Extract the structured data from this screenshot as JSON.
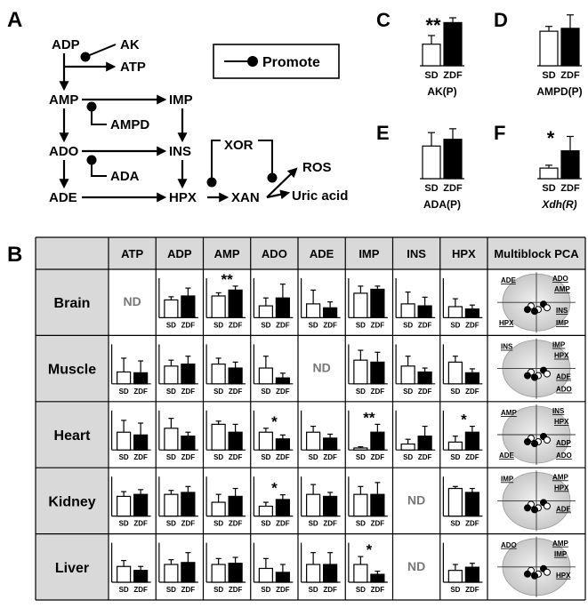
{
  "panel_labels": {
    "a": "A",
    "b": "B",
    "c": "C",
    "d": "D",
    "e": "E",
    "f": "F"
  },
  "pathway": {
    "nodes": {
      "adp": "ADP",
      "atp": "ATP",
      "amp": "AMP",
      "imp": "IMP",
      "ado": "ADO",
      "ins": "INS",
      "ade": "ADE",
      "hpx": "HPX",
      "xan": "XAN",
      "ros": "ROS",
      "uric": "Uric acid"
    },
    "enzymes": {
      "ak": "AK",
      "ampd": "AMPD",
      "ada": "ADA",
      "xor": "XOR"
    },
    "legend_label": "Promote"
  },
  "group_labels": {
    "control": "SD",
    "disease": "ZDF"
  },
  "bar_colors": {
    "control": "#ffffff",
    "disease": "#000000"
  },
  "insets": [
    {
      "id": "c",
      "title": "AK(P)",
      "sig": "**",
      "values": {
        "SD": 0.45,
        "ZDF": 0.9
      },
      "errors": {
        "SD": 0.18,
        "ZDF": 0.1
      }
    },
    {
      "id": "d",
      "title": "AMPD(P)",
      "sig": "",
      "values": {
        "SD": 0.72,
        "ZDF": 0.78
      },
      "errors": {
        "SD": 0.1,
        "ZDF": 0.28
      }
    },
    {
      "id": "e",
      "title": "ADA(P)",
      "sig": "",
      "values": {
        "SD": 0.68,
        "ZDF": 0.82
      },
      "errors": {
        "SD": 0.28,
        "ZDF": 0.22
      }
    },
    {
      "id": "f",
      "title": "Xdh(R)",
      "sig": "*",
      "values": {
        "SD": 0.22,
        "ZDF": 0.58
      },
      "errors": {
        "SD": 0.06,
        "ZDF": 0.3
      }
    }
  ],
  "table": {
    "columns": [
      "ATP",
      "ADP",
      "AMP",
      "ADO",
      "ADE",
      "IMP",
      "INS",
      "HPX",
      "Multiblock PCA"
    ],
    "nd_label": "ND",
    "rows": [
      {
        "organ": "Brain",
        "cells": [
          {
            "nd": true
          },
          {
            "v": [
              0.45,
              0.55
            ],
            "e": [
              0.08,
              0.2
            ],
            "sig": ""
          },
          {
            "v": [
              0.55,
              0.7
            ],
            "e": [
              0.08,
              0.1
            ],
            "sig": "**"
          },
          {
            "v": [
              0.3,
              0.5
            ],
            "e": [
              0.2,
              0.35
            ],
            "sig": ""
          },
          {
            "v": [
              0.35,
              0.25
            ],
            "e": [
              0.35,
              0.15
            ],
            "sig": ""
          },
          {
            "v": [
              0.62,
              0.72
            ],
            "e": [
              0.18,
              0.08
            ],
            "sig": ""
          },
          {
            "v": [
              0.35,
              0.3
            ],
            "e": [
              0.3,
              0.22
            ],
            "sig": ""
          },
          {
            "v": [
              0.28,
              0.22
            ],
            "e": [
              0.2,
              0.1
            ],
            "sig": ""
          }
        ],
        "pca": {
          "labels": [
            "ADE",
            "ADO",
            "AMP",
            "INS",
            "IMP",
            "HPX"
          ]
        }
      },
      {
        "organ": "Muscle",
        "cells": [
          {
            "v": [
              0.3,
              0.28
            ],
            "e": [
              0.35,
              0.3
            ],
            "sig": ""
          },
          {
            "v": [
              0.45,
              0.5
            ],
            "e": [
              0.15,
              0.2
            ],
            "sig": ""
          },
          {
            "v": [
              0.5,
              0.4
            ],
            "e": [
              0.15,
              0.15
            ],
            "sig": ""
          },
          {
            "v": [
              0.4,
              0.15
            ],
            "e": [
              0.3,
              0.12
            ],
            "sig": ""
          },
          {
            "nd": true
          },
          {
            "v": [
              0.6,
              0.55
            ],
            "e": [
              0.25,
              0.25
            ],
            "sig": ""
          },
          {
            "v": [
              0.45,
              0.3
            ],
            "e": [
              0.25,
              0.1
            ],
            "sig": ""
          },
          {
            "v": [
              0.55,
              0.28
            ],
            "e": [
              0.15,
              0.1
            ],
            "sig": ""
          }
        ],
        "pca": {
          "labels": [
            "INS",
            "IMP",
            "HPX",
            "ADE",
            "ADO"
          ]
        }
      },
      {
        "organ": "Heart",
        "cells": [
          {
            "v": [
              0.45,
              0.38
            ],
            "e": [
              0.3,
              0.3
            ],
            "sig": ""
          },
          {
            "v": [
              0.55,
              0.35
            ],
            "e": [
              0.25,
              0.1
            ],
            "sig": ""
          },
          {
            "v": [
              0.65,
              0.45
            ],
            "e": [
              0.08,
              0.2
            ],
            "sig": ""
          },
          {
            "v": [
              0.45,
              0.28
            ],
            "e": [
              0.1,
              0.1
            ],
            "sig": "*"
          },
          {
            "v": [
              0.45,
              0.3
            ],
            "e": [
              0.15,
              0.1
            ],
            "sig": ""
          },
          {
            "v": [
              0.05,
              0.45
            ],
            "e": [
              0.03,
              0.2
            ],
            "sig": "**"
          },
          {
            "v": [
              0.15,
              0.35
            ],
            "e": [
              0.12,
              0.25
            ],
            "sig": ""
          },
          {
            "v": [
              0.2,
              0.45
            ],
            "e": [
              0.15,
              0.15
            ],
            "sig": "*"
          }
        ],
        "pca": {
          "labels": [
            "AMP",
            "INS",
            "HPX",
            "ADP",
            "ADO",
            "ADE"
          ]
        }
      },
      {
        "organ": "Kidney",
        "cells": [
          {
            "v": [
              0.5,
              0.55
            ],
            "e": [
              0.12,
              0.12
            ],
            "sig": ""
          },
          {
            "v": [
              0.55,
              0.6
            ],
            "e": [
              0.1,
              0.15
            ],
            "sig": ""
          },
          {
            "v": [
              0.35,
              0.5
            ],
            "e": [
              0.2,
              0.2
            ],
            "sig": ""
          },
          {
            "v": [
              0.25,
              0.42
            ],
            "e": [
              0.1,
              0.12
            ],
            "sig": "*"
          },
          {
            "v": [
              0.55,
              0.5
            ],
            "e": [
              0.25,
              0.1
            ],
            "sig": ""
          },
          {
            "v": [
              0.55,
              0.55
            ],
            "e": [
              0.2,
              0.3
            ],
            "sig": ""
          },
          {
            "nd": true
          },
          {
            "v": [
              0.7,
              0.6
            ],
            "e": [
              0.05,
              0.1
            ],
            "sig": ""
          }
        ],
        "pca": {
          "labels": [
            "IMP",
            "AMP",
            "HPX",
            "ADE"
          ]
        }
      },
      {
        "organ": "Liver",
        "cells": [
          {
            "v": [
              0.4,
              0.3
            ],
            "e": [
              0.15,
              0.1
            ],
            "sig": ""
          },
          {
            "v": [
              0.45,
              0.5
            ],
            "e": [
              0.12,
              0.25
            ],
            "sig": ""
          },
          {
            "v": [
              0.45,
              0.48
            ],
            "e": [
              0.15,
              0.15
            ],
            "sig": ""
          },
          {
            "v": [
              0.35,
              0.25
            ],
            "e": [
              0.25,
              0.2
            ],
            "sig": ""
          },
          {
            "v": [
              0.45,
              0.45
            ],
            "e": [
              0.3,
              0.3
            ],
            "sig": ""
          },
          {
            "v": [
              0.45,
              0.2
            ],
            "e": [
              0.2,
              0.08
            ],
            "sig": "*"
          },
          {
            "nd": true
          },
          {
            "v": [
              0.3,
              0.38
            ],
            "e": [
              0.15,
              0.1
            ],
            "sig": ""
          }
        ],
        "pca": {
          "labels": [
            "ADO",
            "AMP",
            "IMP",
            "HPX"
          ]
        }
      }
    ]
  }
}
